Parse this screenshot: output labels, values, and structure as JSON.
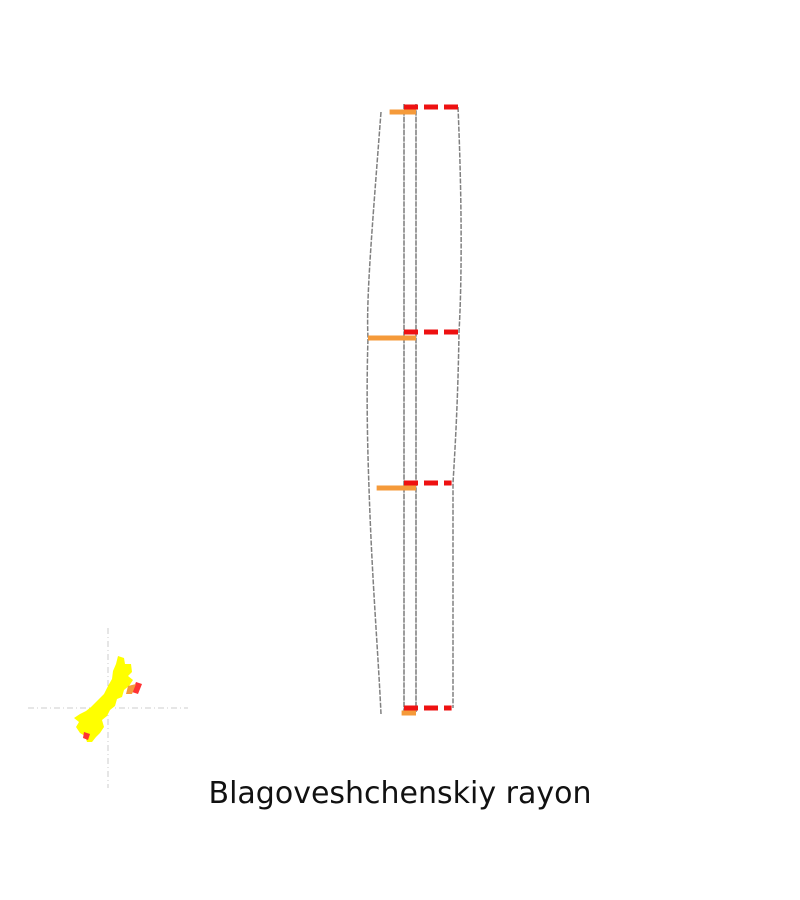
{
  "title": "Blagoveshchenskiy rayon",
  "colors": {
    "series_a": "#f59a3a",
    "series_b": "#ee1111",
    "outline": "#808080",
    "locator_fill": "#ffff00",
    "locator_accent": "#ff3333",
    "locator_accent2": "#f59a3a"
  },
  "chart_data": {
    "type": "bar",
    "orientation": "horizontal",
    "style": "back-to-back paired bars with outline profile",
    "title": "Blagoveshchenskiy rayon",
    "xlabel": "",
    "ylabel": "",
    "categories": [
      "",
      "",
      "",
      ""
    ],
    "series": [
      {
        "side": "left",
        "color": "#f59a3a",
        "values": [
          0.55,
          1.0,
          0.82,
          0.3
        ]
      },
      {
        "side": "right",
        "color": "#ee1111",
        "values": [
          1.0,
          1.0,
          0.85,
          0.85
        ]
      }
    ],
    "grid": false,
    "legend": "none",
    "inset": "locator map, bottom-left"
  }
}
